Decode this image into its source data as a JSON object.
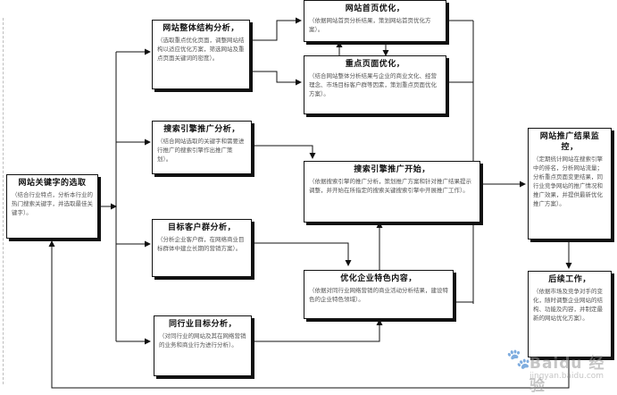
{
  "nodes": {
    "keyword": {
      "title": "网站关键字的选取",
      "desc": "（结合行业特点，分析本行业的热门搜索关键字，并选取最佳关键字）。"
    },
    "structure": {
      "title": "网站整体结构分析，",
      "desc": "（选取重点优化页面，调整网站结构以适应优化方案，筛选网站及重点页面关键词的密度）。"
    },
    "homepage": {
      "title": "网站首页优化，",
      "desc": "（依据网站首页分析结果，策划网站首页优化方案）。"
    },
    "key_pages": {
      "title": "重点页面优化，",
      "desc": "（结合网站整体分析结果与企业的商业文化、经营理念、市场目标客户群等因素，策划重点页面优化方案）。"
    },
    "se_analysis": {
      "title": "搜索引擎推广分析，",
      "desc": "（结合网站选取的关键字和需要进行推广的搜索引擎作出推广策划）。"
    },
    "se_start": {
      "title": "搜索引擎推广开始，",
      "desc": "（依据搜索引擎的推广分析，策划推广方案和针对推广结果提示调整，并开始在所指定的搜索关键搜索引擎中开展推广工作）。"
    },
    "monitor": {
      "title": "网站推广结果监控，",
      "desc": "（定期统计网站在搜索引擎中的排名，分析网站流量；分析重点页面变更结果，同行业竞争网站的推广情况和推广效果，并提供最新优化推广方案）。"
    },
    "target": {
      "title": "目标客户群分析，",
      "desc": "（分析企业客户群，在网络商业目标群体中建立长期的营销方案）。"
    },
    "content": {
      "title": "优化企业特色内容，",
      "desc": "（依据对同行业网络营销的商业活动分析结果，建设特色的企业特色领域）。"
    },
    "peer": {
      "title": "同行业目标分析，",
      "desc": "（对同行业的网站及其在网络营销的业务和商业行为进行分析）。"
    },
    "followup": {
      "title": "后续工作，",
      "desc": "（依据市场及竞争对手的变化，随时调整企业网站的结构、功能及内容，并制定最新的网站优化方案）。"
    }
  },
  "colors": {
    "line": "#111111",
    "box_border": "#111111",
    "desc_text": "#555555"
  },
  "watermark": {
    "brand": "Baidu 经验",
    "url": "jingyan.baidu.com"
  }
}
